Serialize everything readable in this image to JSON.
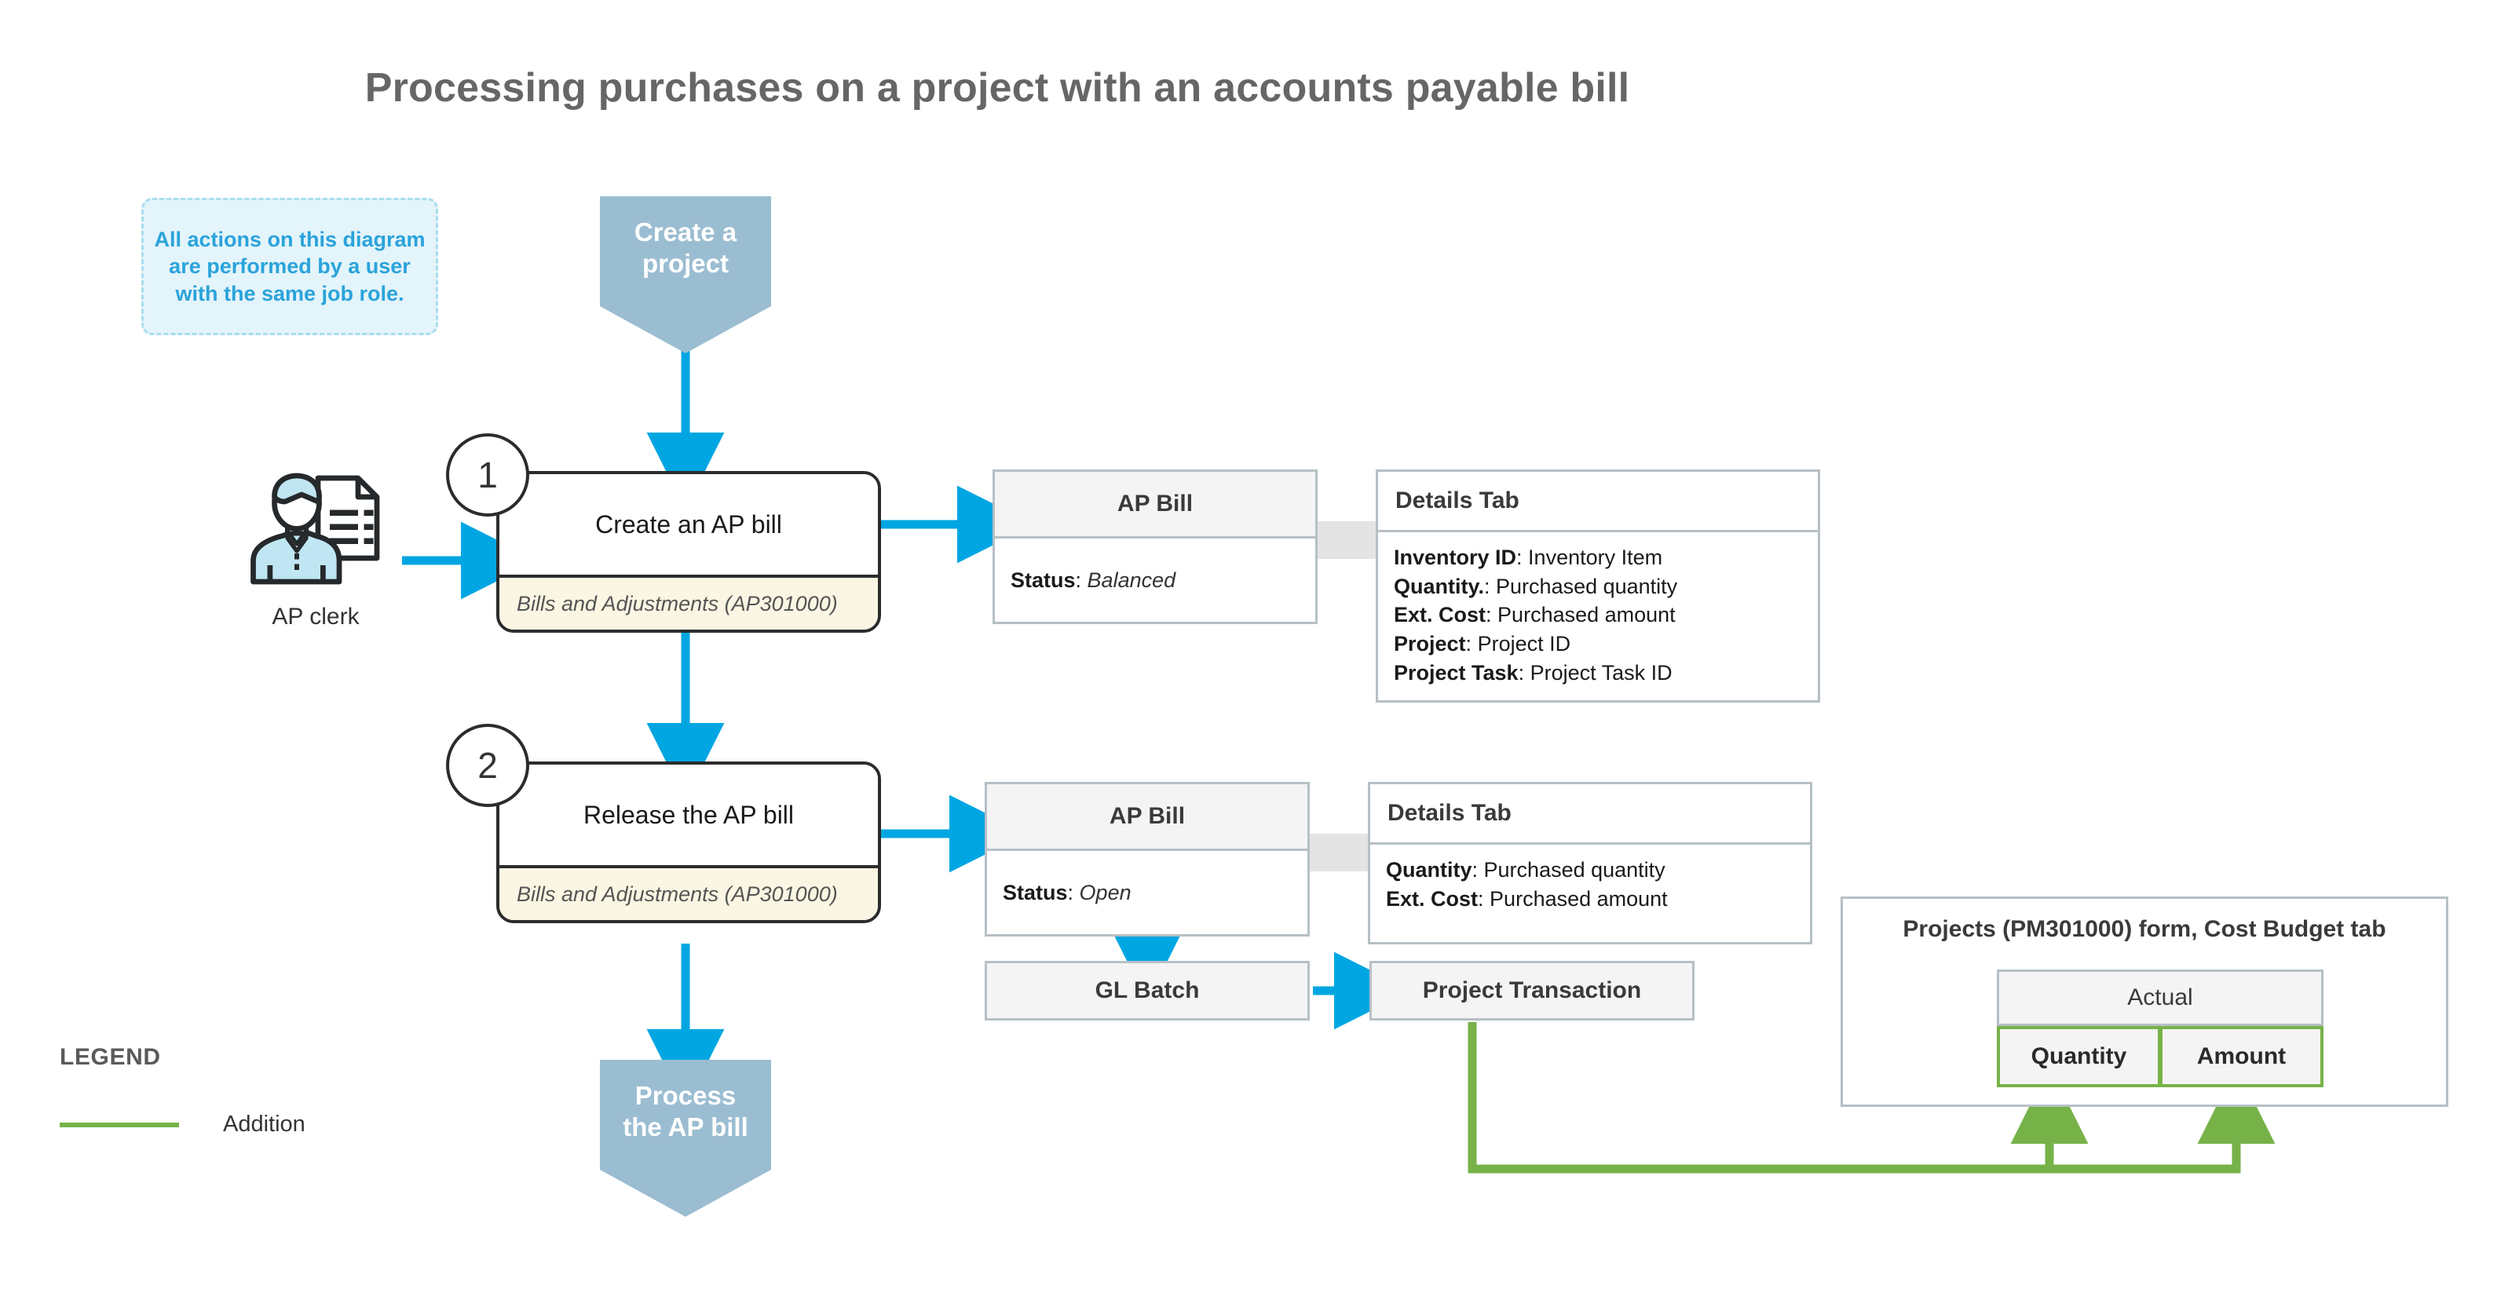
{
  "title": "Processing purchases on a project with an accounts payable bill",
  "colors": {
    "arrow_blue": "#00A6E2",
    "addition_green": "#76B248",
    "banner_blue": "#9BBDD1",
    "note_border": "#A9DCF0",
    "note_fill": "#E3F4FA",
    "note_text": "#2AA3DB",
    "step_border": "#2C2C2C",
    "step_footer_fill": "#FBF6E3",
    "card_border": "#B6C0C4",
    "card_head_fill": "#F4F4F4",
    "title_gray": "#666666"
  },
  "note": {
    "line1": "All actions on this diagram",
    "line2": "are performed by a user",
    "line3": "with the same job role."
  },
  "banners": {
    "create_project": {
      "line1": "Create a",
      "line2": "project"
    },
    "process_ap_bill": {
      "line1": "Process",
      "line2": "the AP bill"
    }
  },
  "actor": {
    "label": "AP clerk",
    "icon": "user-with-document-icon"
  },
  "steps": [
    {
      "number": "1",
      "title": "Create an AP bill",
      "form": "Bills and Adjustments (AP301000)"
    },
    {
      "number": "2",
      "title": "Release the AP bill",
      "form": "Bills and Adjustments (AP301000)"
    }
  ],
  "cards": {
    "ap_bill_1": {
      "header": "AP Bill",
      "rows": [
        {
          "key": "Status",
          "value": "Balanced"
        }
      ]
    },
    "details_1": {
      "header": "Details Tab",
      "rows": [
        {
          "key": "Inventory ID",
          "value": "Inventory Item"
        },
        {
          "key": "Quantity.",
          "value": "Purchased quantity"
        },
        {
          "key": "Ext. Cost",
          "value": "Purchased amount"
        },
        {
          "key": "Project",
          "value": "Project ID"
        },
        {
          "key": "Project Task",
          "value": "Project Task ID"
        }
      ]
    },
    "ap_bill_2": {
      "header": "AP Bill",
      "rows": [
        {
          "key": "Status",
          "value": "Open"
        }
      ]
    },
    "details_2": {
      "header": "Details Tab",
      "rows": [
        {
          "key": "Quantity",
          "value": "Purchased quantity"
        },
        {
          "key": "Ext. Cost",
          "value": "Purchased amount"
        }
      ]
    }
  },
  "boxes": {
    "gl_batch": "GL Batch",
    "project_transaction": "Project Transaction"
  },
  "projects_panel": {
    "title": "Projects (PM301000) form, Cost Budget tab",
    "group_header": "Actual",
    "columns": [
      "Quantity",
      "Amount"
    ]
  },
  "legend": {
    "title": "LEGEND",
    "items": [
      {
        "label": "Addition",
        "color": "#76B248",
        "style": "line"
      }
    ]
  }
}
